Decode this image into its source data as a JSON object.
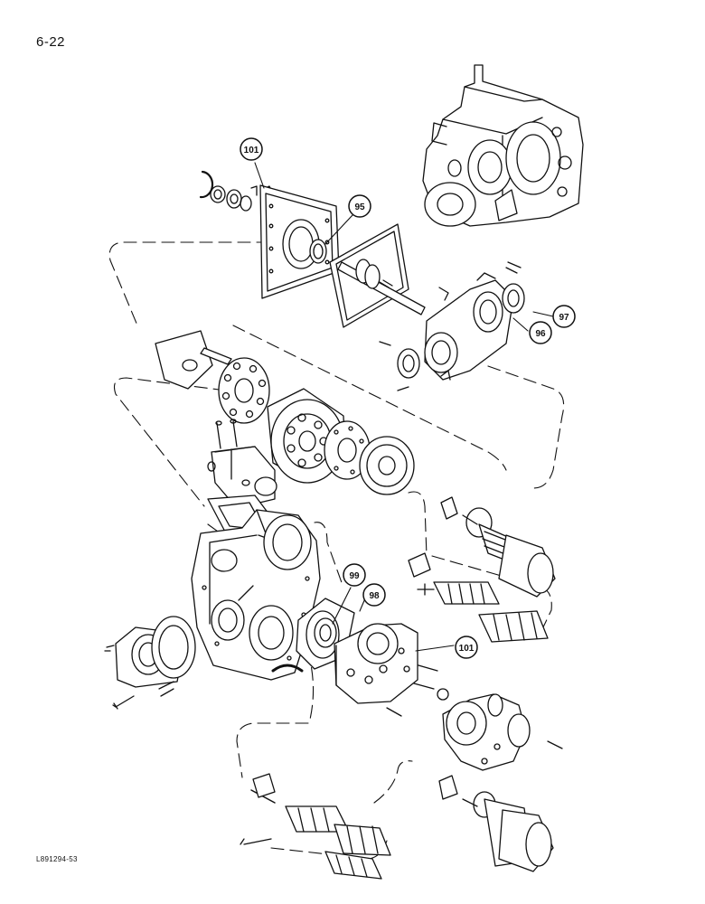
{
  "page_number": "6-22",
  "figure_code": "L891294-53",
  "callouts": [
    {
      "id": "c101a",
      "label": "101"
    },
    {
      "id": "c95",
      "label": "95"
    },
    {
      "id": "c97",
      "label": "97"
    },
    {
      "id": "c96",
      "label": "96"
    },
    {
      "id": "c99",
      "label": "99"
    },
    {
      "id": "c98",
      "label": "98"
    },
    {
      "id": "c101b",
      "label": "101"
    }
  ]
}
